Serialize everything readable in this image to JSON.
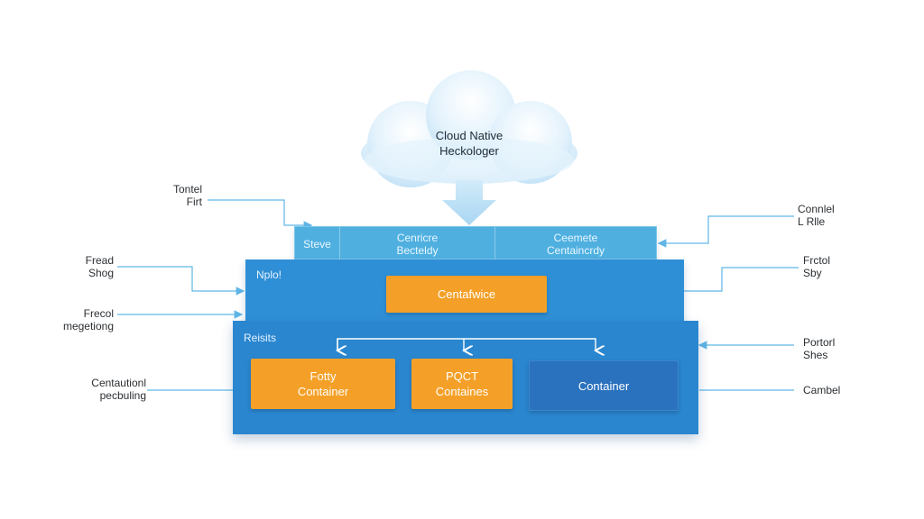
{
  "cloud": {
    "line1": "Cloud Native",
    "line2": "Heckologer"
  },
  "top_layer": {
    "cells": [
      {
        "line1": "Steve",
        "line2": ""
      },
      {
        "line1": "Cenricre",
        "line2": "Becteldy"
      },
      {
        "line1": "Ceemete",
        "line2": "Centaincrdy"
      }
    ]
  },
  "middle_layer": {
    "label": "Nplo!",
    "box": "Centafwice"
  },
  "bottom_layer": {
    "label": "Reisits",
    "boxes": [
      {
        "line1": "Fotty",
        "line2": "Container"
      },
      {
        "line1": "PQCT",
        "line2": "Containes"
      },
      {
        "line1": "Container",
        "line2": ""
      }
    ]
  },
  "left_labels": [
    {
      "line1": "Tontel",
      "line2": "Firt"
    },
    {
      "line1": "Fread",
      "line2": "Shog"
    },
    {
      "line1": "Frecol",
      "line2": "megetiong"
    },
    {
      "line1": "Centautionl",
      "line2": "pecbuling"
    }
  ],
  "right_labels": [
    {
      "line1": "Connlel",
      "line2": "L Rlle"
    },
    {
      "line1": "Frctol",
      "line2": "Sby"
    },
    {
      "line1": "Portorl",
      "line2": "Shes"
    },
    {
      "line1": "Cambel",
      "line2": ""
    }
  ],
  "colors": {
    "cloud": "#dbeefb",
    "layer_top": "#4fb0e0",
    "layer_mid": "#2f8fd6",
    "layer_bot": "#2a86cf",
    "orange_box": "#f4a028",
    "blue_box": "#2b72be",
    "connector": "#5fb6e6"
  }
}
